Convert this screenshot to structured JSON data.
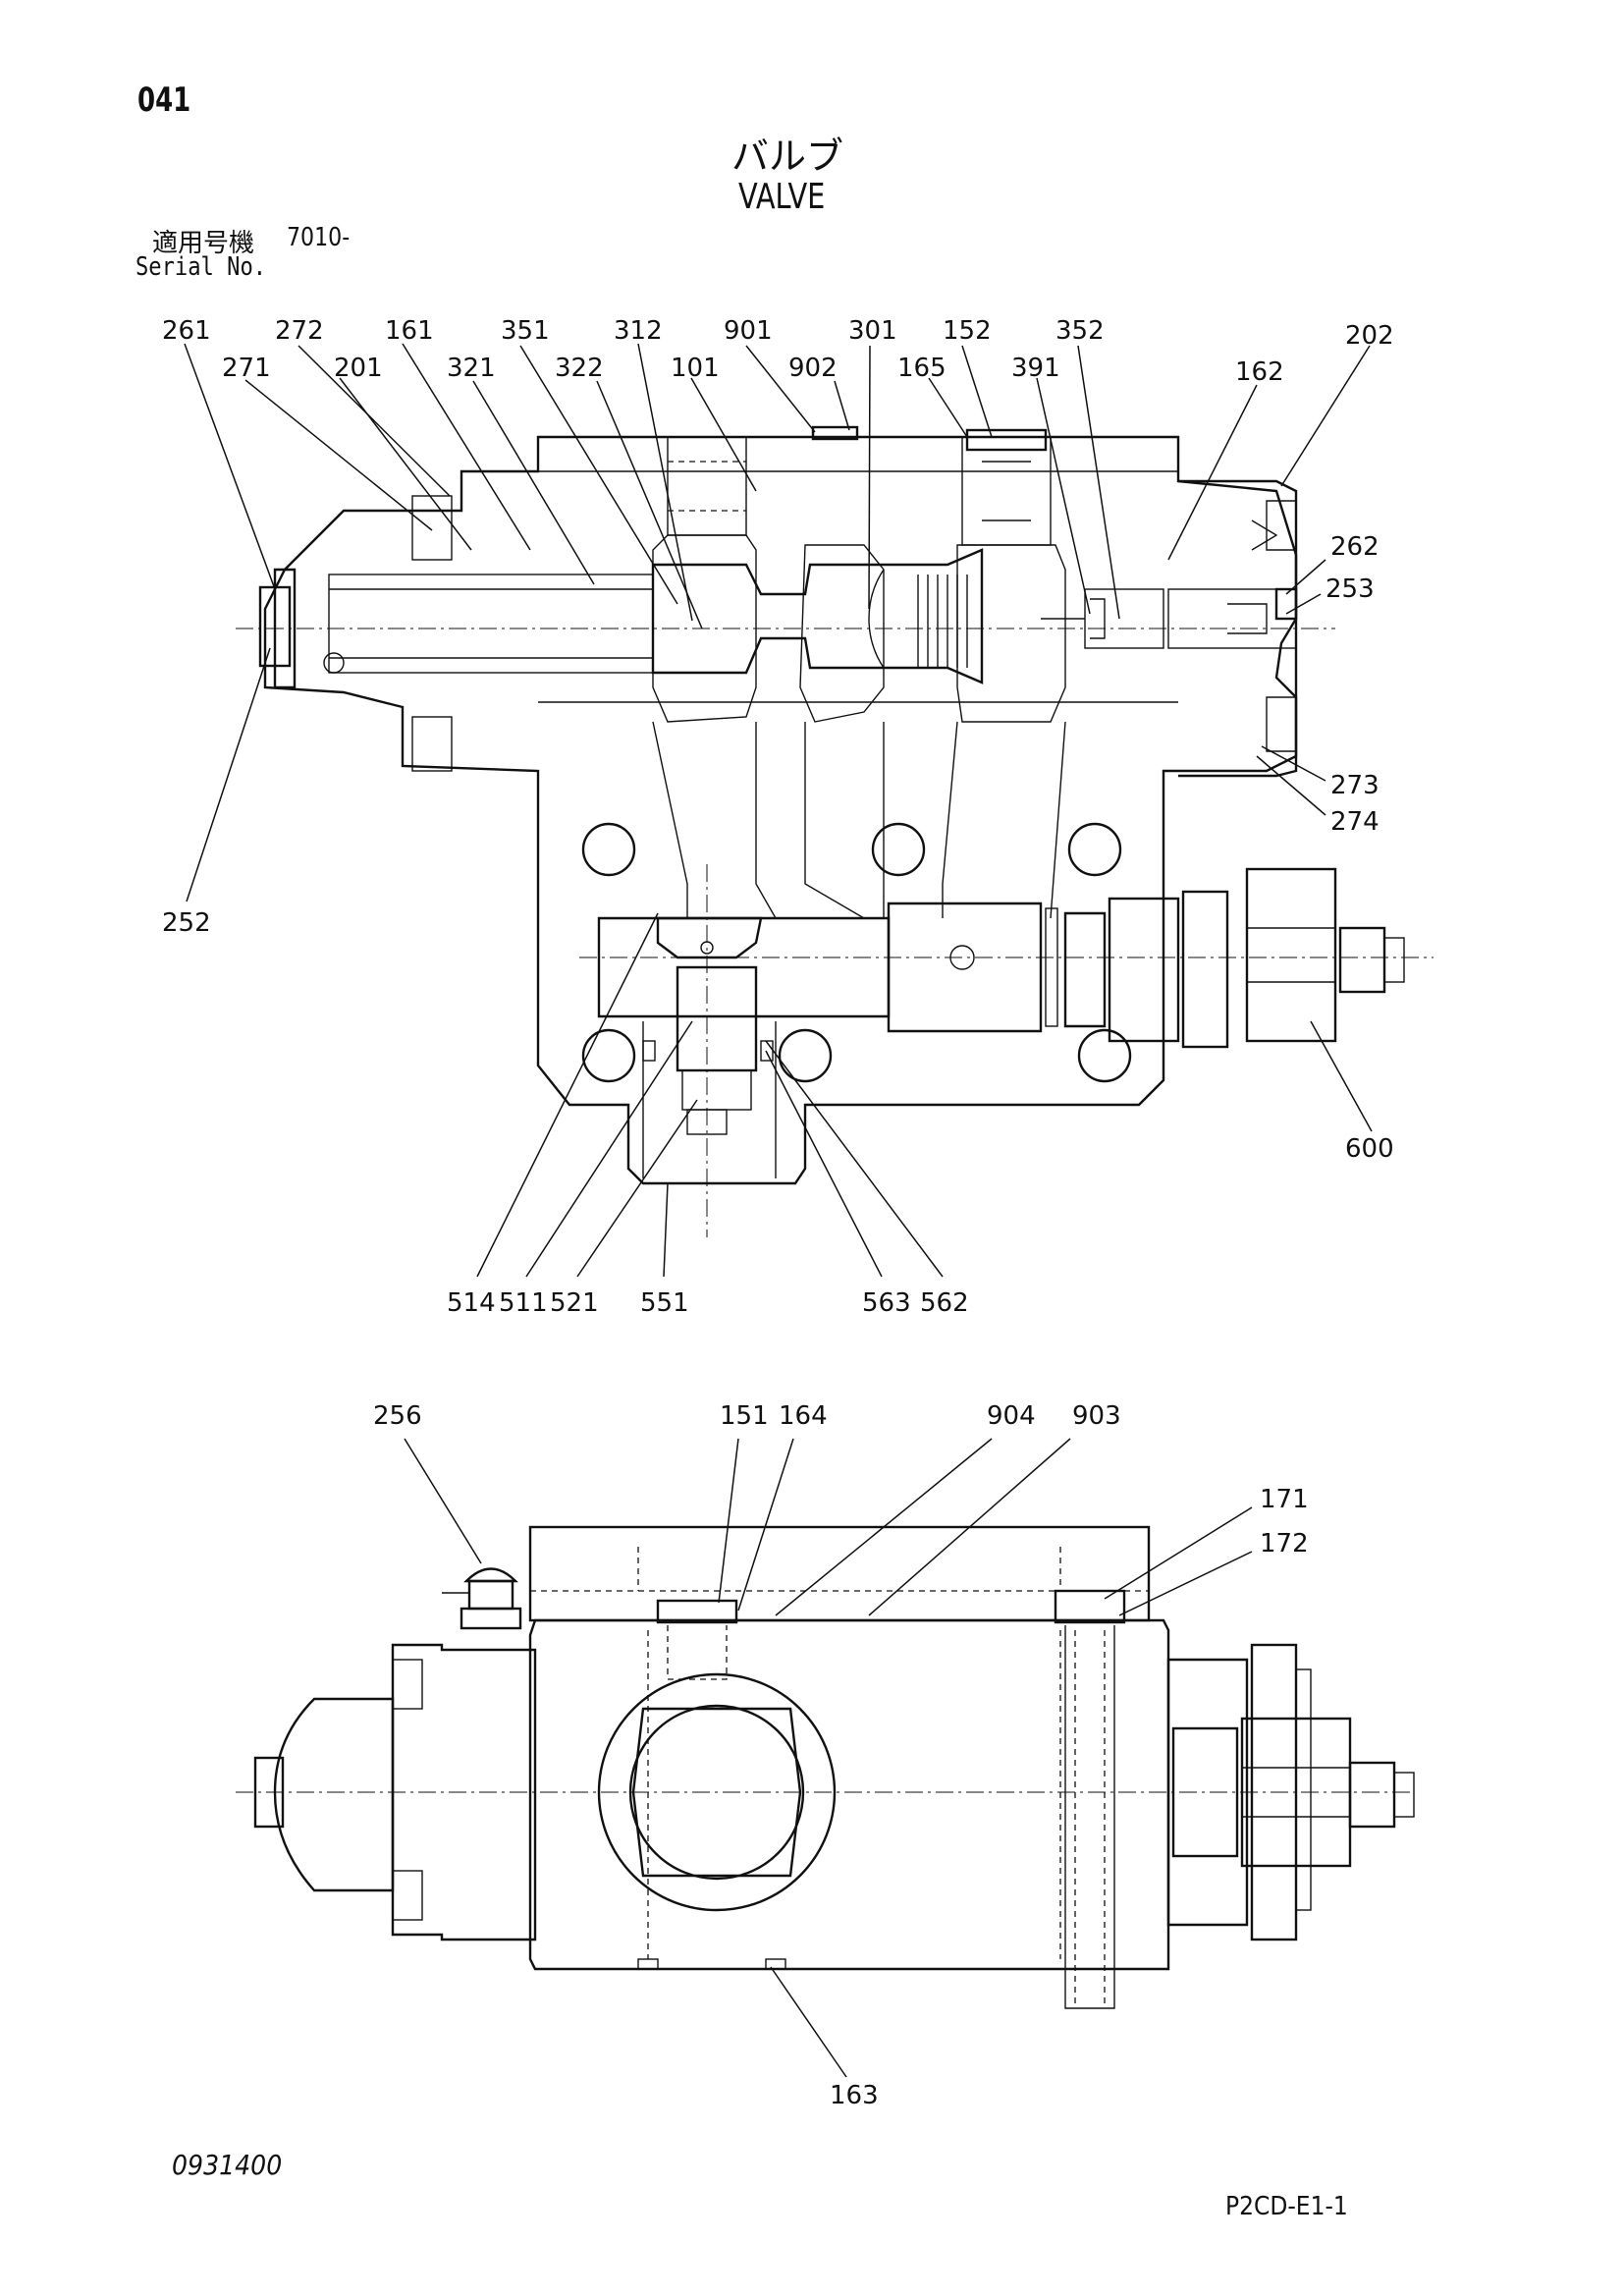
{
  "page_number": "041",
  "title_jp": "バルブ",
  "title_en": "VALVE",
  "serial_label_jp": "適用号機",
  "serial_range": "7010-",
  "serial_label_en": "Serial No.",
  "document_number": "0931400",
  "sheet_id": "P2CD-E1-1",
  "callouts_top": [
    "261",
    "272",
    "271",
    "201",
    "161",
    "321",
    "351",
    "312",
    "322",
    "101",
    "901",
    "902",
    "301",
    "165",
    "152",
    "391",
    "352",
    "162",
    "202",
    "262",
    "253",
    "273",
    "274",
    "252",
    "600",
    "514",
    "511",
    "521",
    "551",
    "563",
    "562"
  ],
  "callouts_bottom": [
    "256",
    "151",
    "164",
    "904",
    "903",
    "171",
    "172",
    "163"
  ]
}
